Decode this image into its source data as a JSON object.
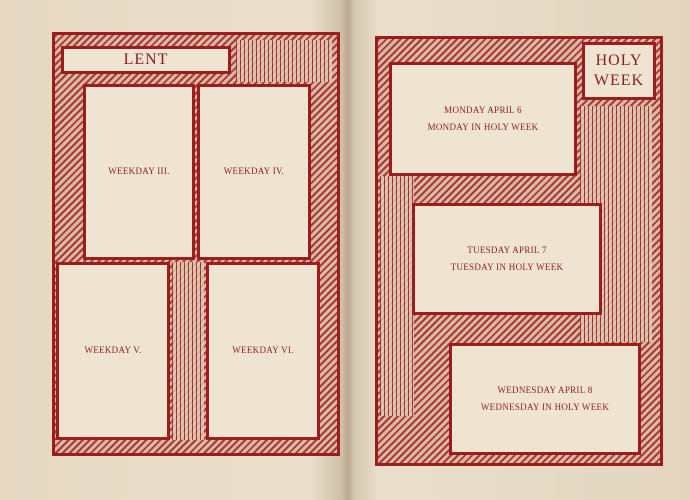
{
  "left_page": {
    "title": "LENT",
    "boxes": [
      {
        "label": "WEEKDAY III."
      },
      {
        "label": "WEEKDAY IV."
      },
      {
        "label": "WEEKDAY V."
      },
      {
        "label": "WEEKDAY VI."
      }
    ]
  },
  "right_page": {
    "title_line1": "HOLY",
    "title_line2": "WEEK",
    "boxes": [
      {
        "line1": "MONDAY APRIL 6",
        "line2": "MONDAY IN HOLY WEEK"
      },
      {
        "line1": "TUESDAY APRIL 7",
        "line2": "TUESDAY IN HOLY WEEK"
      },
      {
        "line1": "WEDNESDAY APRIL 8",
        "line2": "WEDNESDAY IN HOLY WEEK"
      }
    ]
  },
  "colors": {
    "ink": "#9b1e1e",
    "paper": "#efe4d2"
  }
}
